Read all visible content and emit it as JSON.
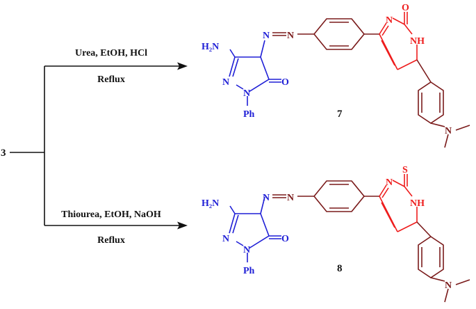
{
  "start_compound": "3",
  "reactions": [
    {
      "reagents": "Urea, EtOH, HCl",
      "conditions": "Reflux",
      "product_number": "7",
      "heteroatom": "O"
    },
    {
      "reagents": "Thiourea, EtOH, NaOH",
      "conditions": "Reflux",
      "product_number": "8",
      "heteroatom": "S"
    }
  ],
  "atom_labels": {
    "amino": "H₂N",
    "pyrazole_n1": "N",
    "pyrazole_n2": "N",
    "pyrazolone_o": "O",
    "phenyl": "Ph",
    "azo_n1": "N",
    "azo_n2": "N",
    "pyrimidine_n": "N",
    "pyrimidine_nh": "NH",
    "dimethylamino_n": "N"
  },
  "colors": {
    "pyrazolone": "#1f1fd6",
    "aryl_linker": "#7a1a1a",
    "pyrimidine": "#ee1c1c",
    "text": "#111111"
  }
}
